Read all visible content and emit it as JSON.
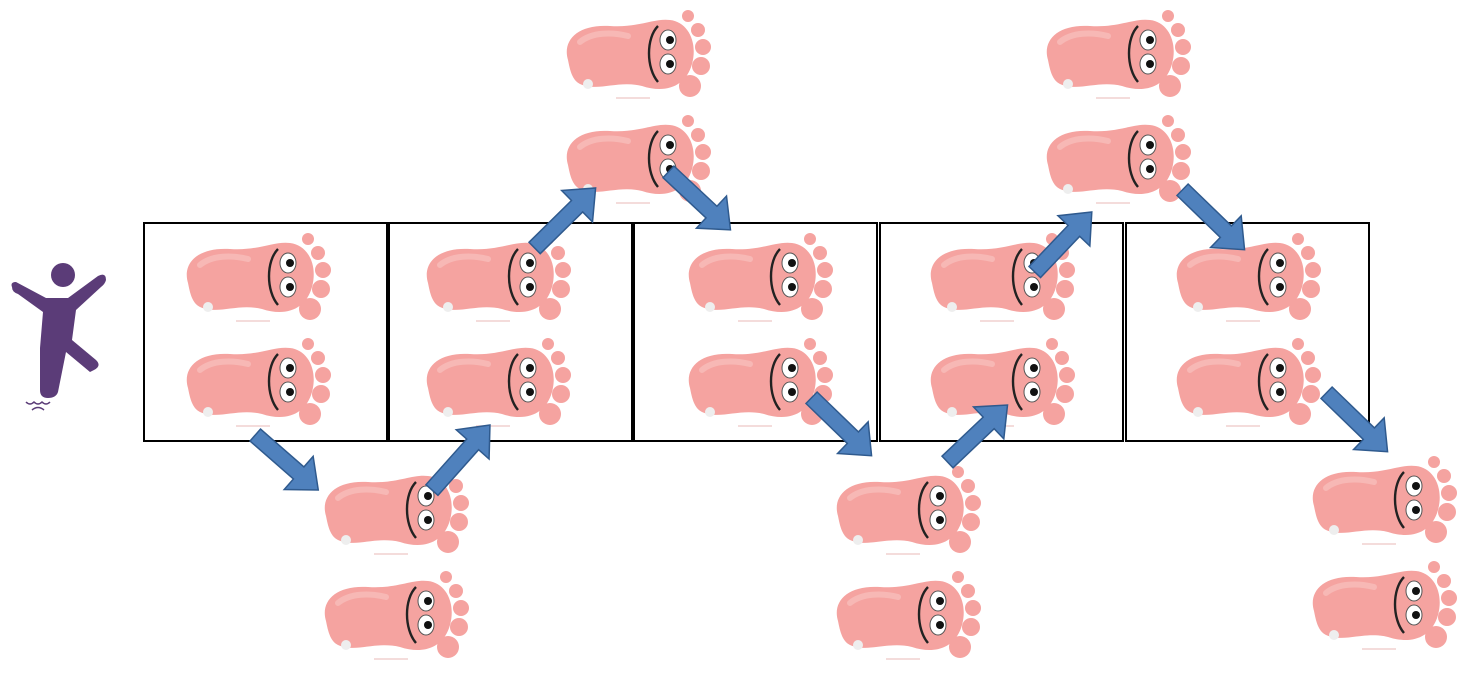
{
  "diagram": {
    "background": "#ffffff",
    "foot_color": "#f5a3a0",
    "foot_shade": "#f7b8b5",
    "arrow_fill": "#4f81bd",
    "arrow_stroke": "#2f5a8e",
    "figure_color": "#5b3c78",
    "grid": {
      "columns": 5,
      "rows": 1,
      "border_color": "#000000"
    },
    "figure_icon": "jumping-person-icon",
    "foot_icon": "cartoon-foot-icon",
    "arrow_icon": "block-arrow-icon",
    "step_sequence": [
      "cell-1",
      "below-cell-1",
      "cell-2",
      "above-cell-2",
      "cell-3",
      "below-cell-3",
      "cell-4",
      "above-cell-4",
      "cell-5",
      "below-cell-5"
    ]
  }
}
